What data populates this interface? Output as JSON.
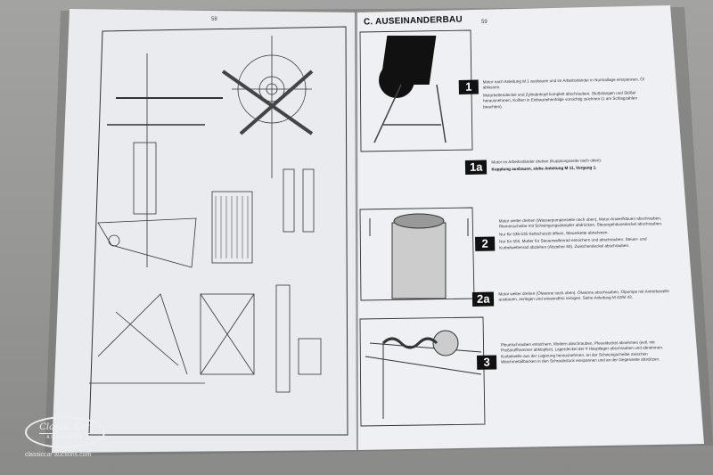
{
  "left_page": {
    "page_number": "58"
  },
  "right_page": {
    "page_number": "59",
    "section_title": "C. AUSEINANDERBAU",
    "steps": [
      {
        "label": "1",
        "paragraphs": [
          "Motor nach Anleitung M 1 ausbauen und im Arbeitsständer in Normallage einspannen, Öl ablassen.",
          "Motorkettendeckel und Zylinderkopf komplett abschrauben, Stoßstangen und Stößel herausnehmen, Kolben in Einbaureihenfolge vorsichtig zeichnen (1 am Schlagzahlen beachten)."
        ]
      },
      {
        "label": "1a",
        "paragraphs": [
          "Motor im Arbeitsständer drehen (Kupplungsseite nach oben).",
          "Kupplung ausbauen, siehe Anleitung M 11, Vorgang 1."
        ]
      },
      {
        "label": "2",
        "paragraphs": [
          "Motor weiter drehen (Wasserpumpenseite nach oben), Motor-Anwerfklauen abschrauben, Riemenscheibe mit Schwingungsdämpfer abdrücken, Steuergehäusedeckel abschrauben.",
          "Nur für 538-535 Kettschutzöl öffnen, Steuerkette abnehmen.",
          "Nur für 555. Mutter für Steuerwellenrad entsichern und abschrauben. Steuer- und Kurbelwellenrad abziehen (Abzieher 60). Zwischendeckel abschrauben."
        ]
      },
      {
        "label": "2a",
        "paragraphs": [
          "Motor weiter drehen (Ölwanne nach oben). Ölwanne abschrauben, Ölpumpe mit Antriebswelle ausbauen, zerlegen und einwandfrei reinigen. Siehe Anleitung M 42/M 43."
        ]
      },
      {
        "label": "3",
        "paragraphs": [
          "Pleuelschrauben entsichern, Muttern abschrauben, Pleueldeckel abnehmen (evtl. mit Preßstoffhammer abklopfen). Lagerdeckel der 4 Hauptlager abschrauben und abnehmen. Kurbelwelle aus der Lagerung herausnehmen, an der Schwungscheibe zwischen Weichmetallbacken in den Schraubstock einspannen und an der Gegenseite abstützen."
        ]
      }
    ]
  },
  "watermark": {
    "logo_line1": "Classic Car",
    "logo_line2": "AUCTIONS",
    "site": "classiccar-auctions.com"
  }
}
